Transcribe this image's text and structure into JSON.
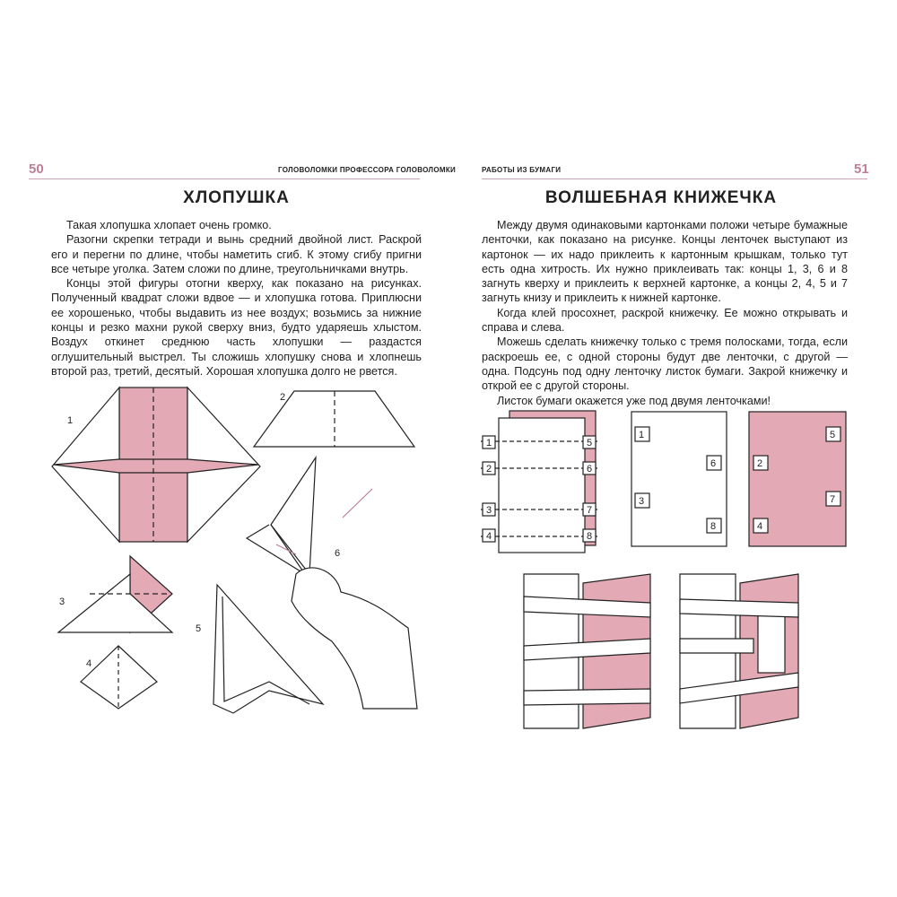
{
  "left_page": {
    "page_number": "50",
    "running_head": "ГОЛОВОЛОМКИ ПРОФЕССОРА ГОЛОВОЛОМКИ",
    "title": "ХЛОПУШКА",
    "paragraphs": [
      "Такая хлопушка хлопает очень громко.",
      "Разогни скрепки тетради и вынь средний двойной лист. Раскрой его и перегни по длине, чтобы наметить сгиб. К этому сгибу пригни все четыре уголка. Затем сложи по длине, треугольничками внутрь.",
      "Концы этой фигуры отогни кверху, как показано на рисунках. Полученный квадрат сложи вдвое — и хлопушка готова. Приплюсни ее хорошенько, чтобы выдавить из нее воздух; возьмись за нижние концы и резко махни рукой сверху вниз, будто ударяешь хлыстом. Воздух откинет среднюю часть хлопушки — раздастся оглушительный выстрел. Ты сложишь хлопушку снова и хлопнешь второй раз, третий, десятый. Хорошая хлопушка долго не рвется."
    ],
    "figure_labels": [
      "1",
      "2",
      "3",
      "4",
      "5",
      "6"
    ]
  },
  "right_page": {
    "page_number": "51",
    "running_head": "РАБОТЫ ИЗ БУМАГИ",
    "title": "ВОЛШЕБНАЯ КНИЖЕЧКА",
    "paragraphs": [
      "Между двумя одинаковыми картонками положи четыре бумажные ленточки, как показано на рисунке. Концы ленточек выступают из картонок — их надо приклеить к картонным крышкам, только тут есть одна хитрость. Их нужно приклеивать так: концы 1, 3, 6 и 8 загнуть кверху и приклеить к верхней картонке, а концы 2, 4, 5 и 7 загнуть книзу и приклеить к нижней картонке.",
      "Когда клей просохнет, раскрой книжечку. Ее можно открывать и справа и слева.",
      "Можешь сделать книжечку только с тремя полосками, тогда, если раскроешь ее, с одной стороны будут две ленточки, с другой — одна. Подсунь под одну ленточку листок бумаги. Закрой книжечку и открой ее с другой стороны.",
      "Листок бумаги окажется уже под двумя ленточками!"
    ],
    "strip_labels": [
      "1",
      "2",
      "3",
      "4",
      "5",
      "6",
      "7",
      "8"
    ]
  },
  "colors": {
    "accent": "#c07e96",
    "paper_pink": "#e3aab5"
  }
}
